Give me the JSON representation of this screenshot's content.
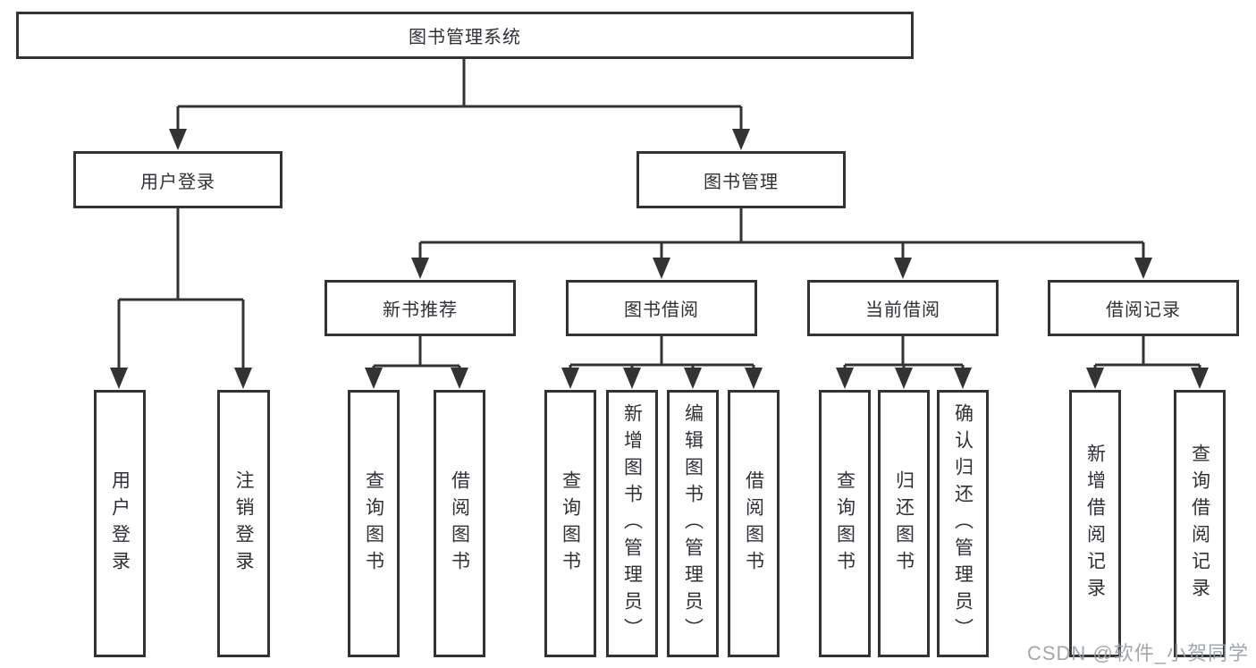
{
  "tree": {
    "root": "图书管理系统",
    "children": [
      {
        "label": "用户登录",
        "children": [
          {
            "label": "用户登录"
          },
          {
            "label": "注销登录"
          }
        ]
      },
      {
        "label": "图书管理",
        "children": [
          {
            "label": "新书推荐",
            "children": [
              {
                "label": "查询图书"
              },
              {
                "label": "借阅图书"
              }
            ]
          },
          {
            "label": "图书借阅",
            "children": [
              {
                "label": "查询图书"
              },
              {
                "label": "新增图书（管理员）"
              },
              {
                "label": "编辑图书（管理员）"
              },
              {
                "label": "借阅图书"
              }
            ]
          },
          {
            "label": "当前借阅",
            "children": [
              {
                "label": "查询图书"
              },
              {
                "label": "归还图书"
              },
              {
                "label": "确认归还（管理员）"
              }
            ]
          },
          {
            "label": "借阅记录",
            "children": [
              {
                "label": "新增借阅记录"
              },
              {
                "label": "查询借阅记录"
              }
            ]
          }
        ]
      }
    ]
  },
  "watermark": "CSDN @软件_小贺同学",
  "colors": {
    "line": "#333333",
    "text": "#303036",
    "background": "#ffffff",
    "watermark": "#9aa0a6"
  }
}
